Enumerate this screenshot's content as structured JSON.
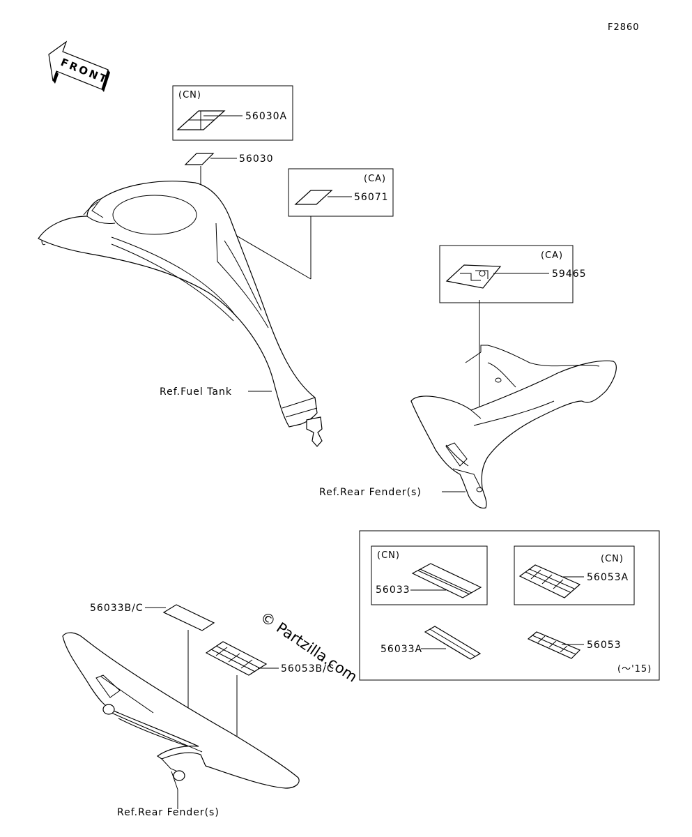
{
  "diagram_code": "F2860",
  "front_arrow_label": "FRONT",
  "watermark": "© Partzilla.com",
  "boxes": {
    "cn_top": "(CN)",
    "ca_top": "(CA)",
    "ca_right": "(CA)",
    "cn_bottom_left": "(CN)",
    "cn_bottom_right": "(CN)",
    "year_note": "(～'15)"
  },
  "parts": {
    "p56030A": "56030A",
    "p56030": "56030",
    "p56071": "56071",
    "p59465": "59465",
    "p56033": "56033",
    "p56053A": "56053A",
    "p56033A": "56033A",
    "p56053": "56053",
    "p56033BC": "56033B/C",
    "p56053BC": "56053B/C"
  },
  "refs": {
    "fuel_tank": "Ref.Fuel Tank",
    "rear_fender_1": "Ref.Rear Fender(s)",
    "rear_fender_2": "Ref.Rear Fender(s)"
  }
}
